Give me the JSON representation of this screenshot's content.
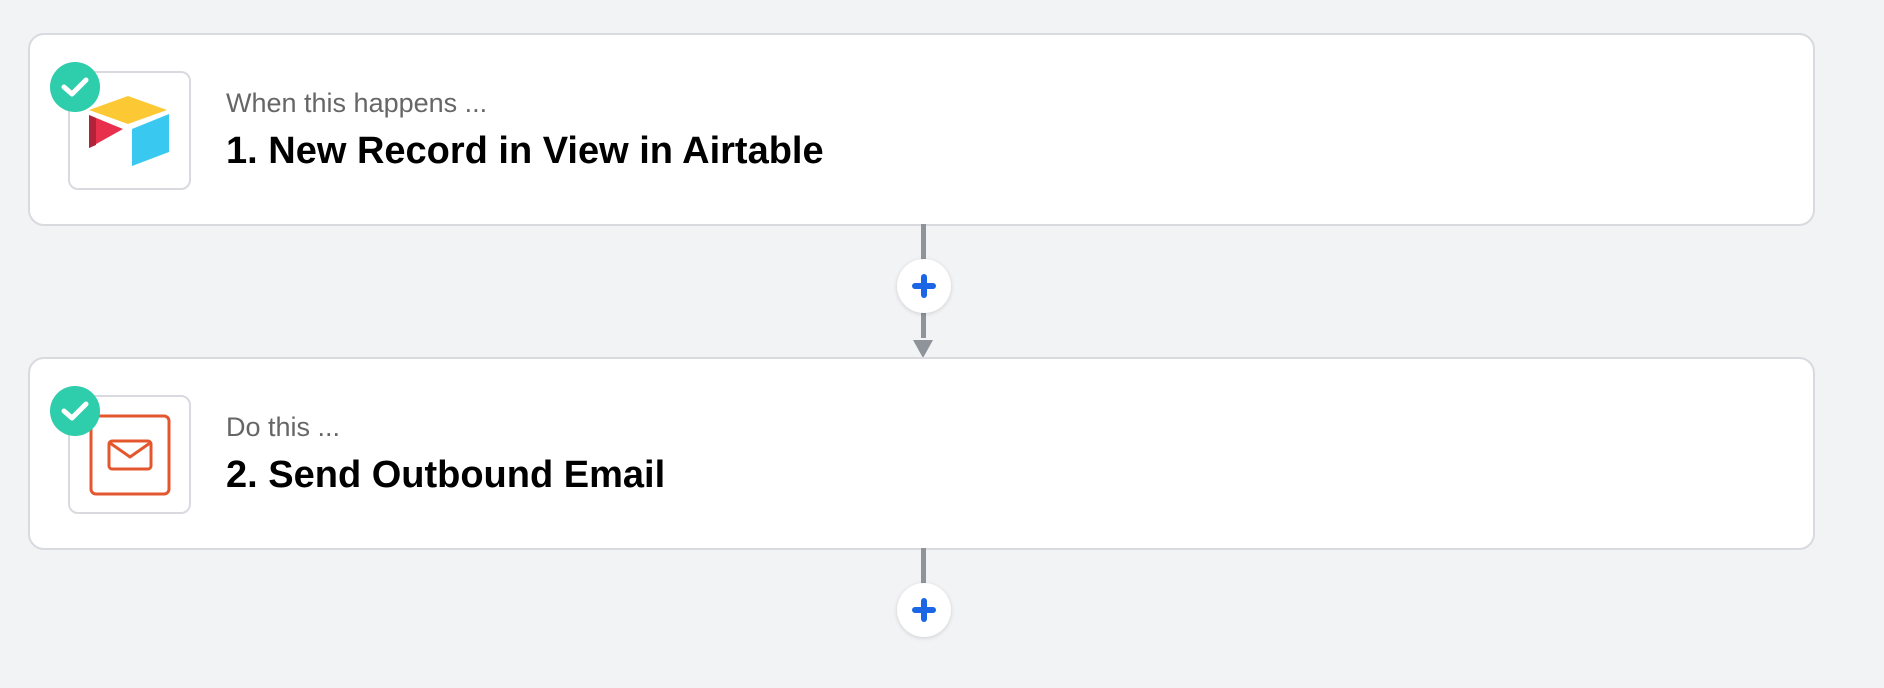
{
  "colors": {
    "canvas_background": "#f2f3f5",
    "check_badge": "#2ecdab",
    "add_plus": "#1a66e5",
    "connector": "#8f949b",
    "email_icon": "#e4572e"
  },
  "steps": [
    {
      "kicker": "When this happens ...",
      "title": "1. New Record in View in Airtable",
      "app_icon": "airtable-logo-icon",
      "status_icon": "check-icon"
    },
    {
      "kicker": "Do this ...",
      "title": "2. Send Outbound Email",
      "app_icon": "email-icon",
      "status_icon": "check-icon"
    }
  ],
  "add_buttons": [
    {
      "icon": "plus-icon"
    },
    {
      "icon": "plus-icon"
    }
  ]
}
